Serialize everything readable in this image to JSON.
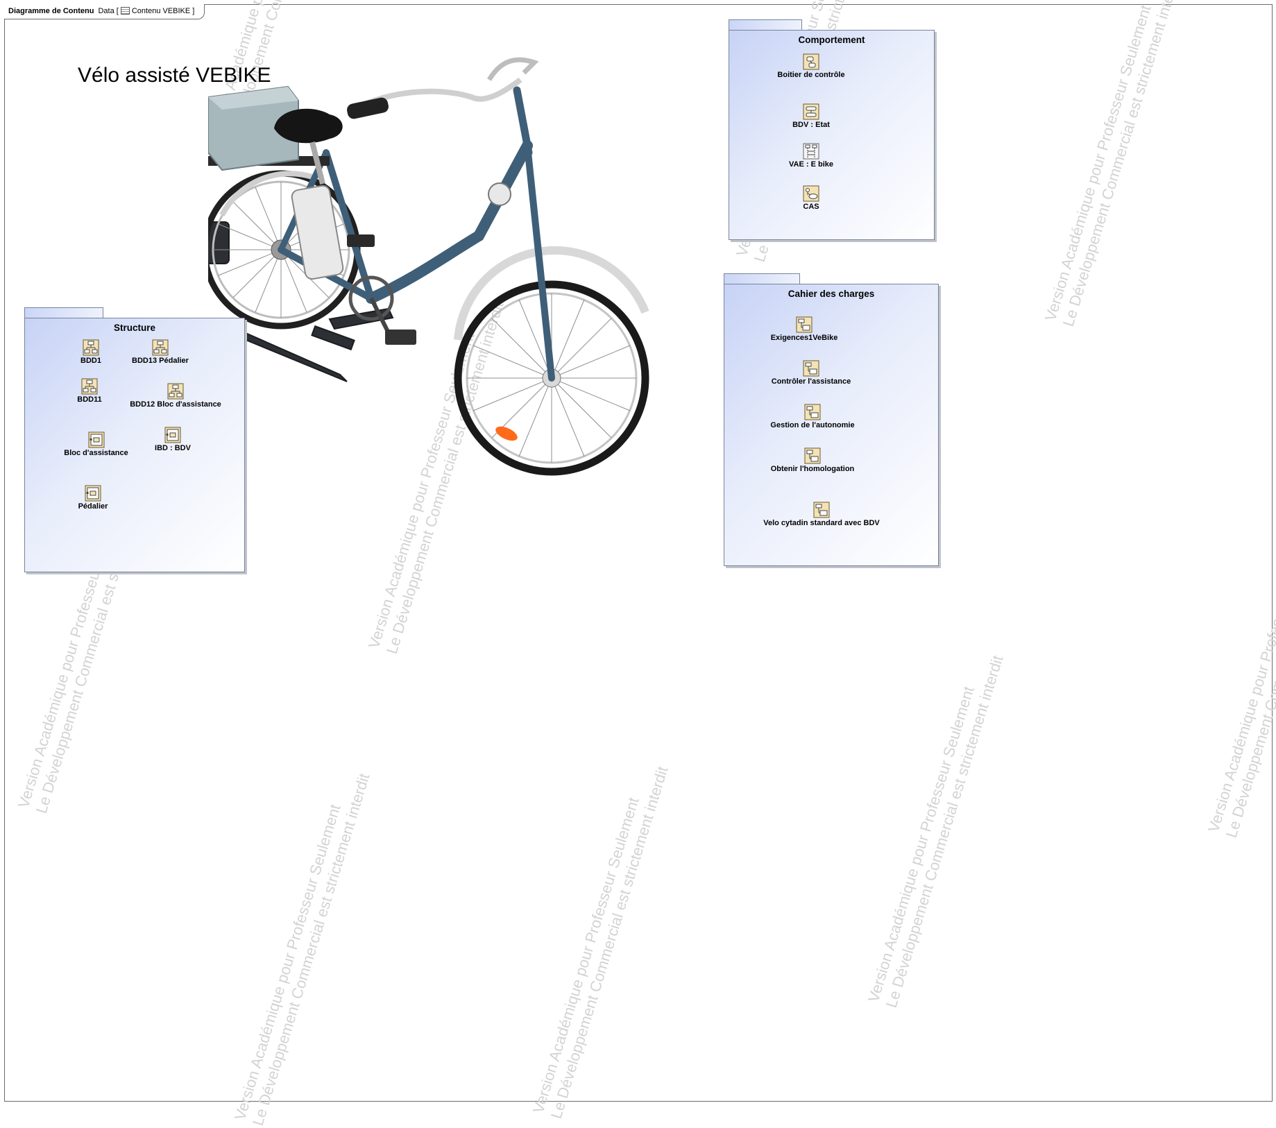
{
  "frame": {
    "kind": "Diagramme de Contenu",
    "context": "Data",
    "diagram_name": "Contenu VEBIKE",
    "open_bracket": "[",
    "close_bracket": "]"
  },
  "title": "Vélo assisté VEBIKE",
  "watermark": {
    "line1": "Version Académique pour Professeur Seulement",
    "line2": "Le Développement Commercial est strictement interdit"
  },
  "packages": {
    "structure": {
      "title": "Structure",
      "items": [
        "BDD1",
        "BDD13 Pédalier",
        "BDD11",
        "BDD12 Bloc d'assistance",
        "Bloc d'assistance",
        "IBD : BDV",
        "Pédalier"
      ]
    },
    "comportement": {
      "title": "Comportement",
      "items": [
        "Boitier de contrôle",
        "BDV : Etat",
        "VAE : E bike",
        "CAS"
      ]
    },
    "cahier": {
      "title": "Cahier des charges",
      "items": [
        "Exigences1VeBike",
        "Contrôler l'assistance",
        "Gestion de l'autonomie",
        "Obtenir l'homologation",
        "Velo cytadin standard avec BDV"
      ]
    }
  },
  "colors": {
    "package_fill_start": "#c7d3f6",
    "package_border": "#77839a",
    "bike_frame": "#3f5f78",
    "watermark": "#d3d3d3",
    "icon_fill": "#f3e3b6"
  }
}
